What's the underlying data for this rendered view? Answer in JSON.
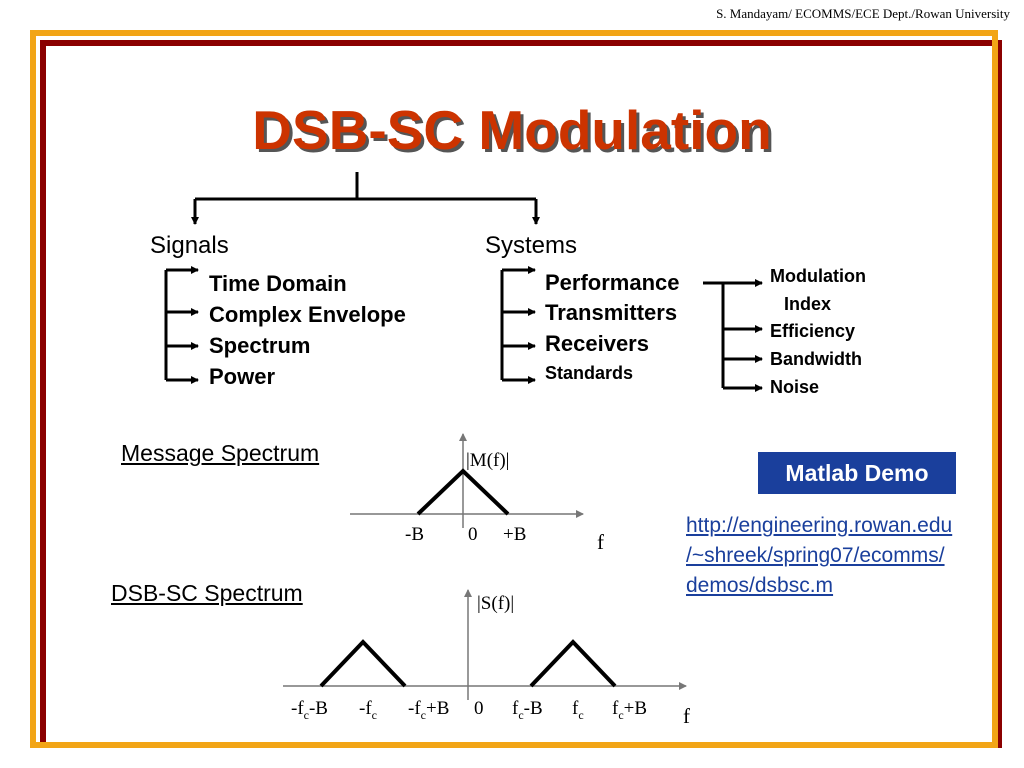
{
  "header": {
    "credit": "S. Mandayam/ ECOMMS/ECE Dept./Rowan University"
  },
  "title": "DSB-SC Modulation",
  "signals": {
    "heading": "Signals",
    "items": [
      "Time Domain",
      "Complex Envelope",
      "Spectrum",
      "Power"
    ]
  },
  "systems": {
    "heading": "Systems",
    "items": [
      "Performance",
      "Transmitters",
      "Receivers",
      "Standards"
    ]
  },
  "performance": {
    "items": [
      "Modulation",
      "Index",
      "Efficiency",
      "Bandwidth",
      "Noise"
    ]
  },
  "message_spectrum": {
    "label": "Message Spectrum",
    "y_label": "|M(f)|",
    "x_label": "f",
    "ticks": [
      "-B",
      "0",
      "+B"
    ]
  },
  "dsbsc_spectrum": {
    "label": "DSB-SC Spectrum",
    "y_label": "|S(f)|",
    "x_label": "f",
    "ticks": [
      {
        "base": "-f",
        "sub": "c",
        "suffix": "-B"
      },
      {
        "base": "-f",
        "sub": "c",
        "suffix": ""
      },
      {
        "base": "-f",
        "sub": "c",
        "suffix": "+B"
      },
      {
        "base": "0",
        "sub": "",
        "suffix": ""
      },
      {
        "base": "f",
        "sub": "c",
        "suffix": "-B"
      },
      {
        "base": "f",
        "sub": "c",
        "suffix": ""
      },
      {
        "base": "f",
        "sub": "c",
        "suffix": "+B"
      }
    ]
  },
  "demo": {
    "button_label": "Matlab Demo",
    "link_lines": [
      "http://engineering.rowan.edu",
      "/~shreek/spring07/ecomms/",
      "demos/dsbsc.m"
    ]
  },
  "colors": {
    "title": "#cc3300",
    "frame_gold": "#f2a516",
    "frame_maroon": "#8b0000",
    "demo_button": "#1a3f9c",
    "link": "#1a3f9c"
  }
}
